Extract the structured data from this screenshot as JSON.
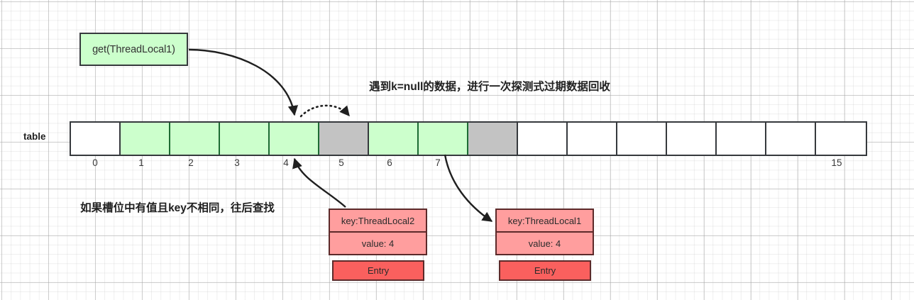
{
  "diagram": {
    "title_concept": "ThreadLocalMap get with stale entry cleanup",
    "get_box": {
      "label": "get(ThreadLocal1)",
      "fill": "#ccffcc",
      "stroke": "#36393d"
    },
    "annotations": {
      "top": "遇到k=null的数据，进行一次探测式过期数据回收",
      "bottom": "如果槽位中有值且key不相同，往后查找"
    },
    "table": {
      "label": "table",
      "slot_count": 16,
      "colors": {
        "empty": "#ffffff",
        "occupied": "#ccffcc",
        "stale": "#c3c3c3",
        "border": "#36393d"
      },
      "slots": [
        {
          "index": "0",
          "state": "white"
        },
        {
          "index": "1",
          "state": "green"
        },
        {
          "index": "2",
          "state": "green"
        },
        {
          "index": "3",
          "state": "green"
        },
        {
          "index": "4",
          "state": "green"
        },
        {
          "index": "5",
          "state": "gray"
        },
        {
          "index": "6",
          "state": "green"
        },
        {
          "index": "7",
          "state": "green"
        },
        {
          "index": "8",
          "state": "gray"
        },
        {
          "index": "9",
          "state": "white"
        },
        {
          "index": "10",
          "state": "white"
        },
        {
          "index": "11",
          "state": "white"
        },
        {
          "index": "12",
          "state": "white"
        },
        {
          "index": "13",
          "state": "white"
        },
        {
          "index": "14",
          "state": "white"
        },
        {
          "index": "15",
          "state": "white"
        }
      ],
      "visible_index_labels": [
        "0",
        "1",
        "2",
        "3",
        "4",
        "5",
        "6",
        "7",
        "15"
      ]
    },
    "entries": [
      {
        "key": "key:ThreadLocal2",
        "value": "value: 4",
        "tag": "Entry",
        "fill": "#ff9e9e",
        "tag_fill": "#fa605e",
        "points_to_slot": "4"
      },
      {
        "key": "key:ThreadLocal1",
        "value": "value: 4",
        "tag": "Entry",
        "fill": "#ff9e9e",
        "tag_fill": "#fa605e",
        "pointed_from_slot": "7"
      }
    ],
    "connectors": [
      {
        "name": "get-to-slot4",
        "style": "solid-curve-arrow",
        "from": "get(ThreadLocal1)",
        "to": "slot 4"
      },
      {
        "name": "slot4-to-slot5",
        "style": "dotted-arc-arrow",
        "from": "slot 4",
        "to": "slot 5"
      },
      {
        "name": "entry2-to-slot4",
        "style": "solid-curve-arrow",
        "from": "Entry key:ThreadLocal2",
        "to": "slot 4"
      },
      {
        "name": "slot7-to-entry1",
        "style": "solid-curve-arrow",
        "from": "slot 7",
        "to": "Entry key:ThreadLocal1"
      }
    ]
  }
}
